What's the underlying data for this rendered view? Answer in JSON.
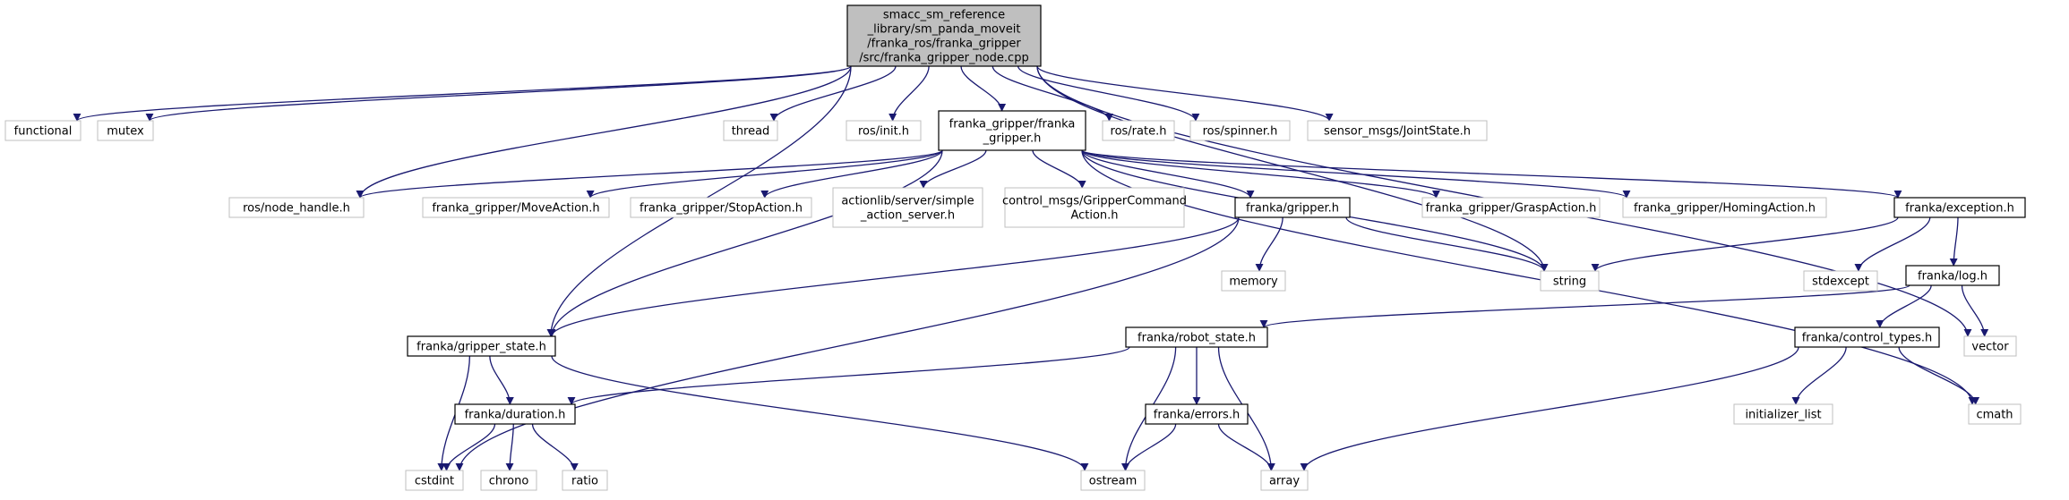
{
  "colors": {
    "edge": "#191970",
    "main_fill": "#bfbfbf",
    "main_stroke": "#000000",
    "documented_stroke": "#000000",
    "external_stroke": "#bfbfbf",
    "text": "#000000"
  },
  "diagram": {
    "nodes": [
      {
        "id": "main",
        "kind": "main",
        "lines": [
          "smacc_sm_reference",
          "_library/sm_panda_moveit",
          "/franka_ros/franka_gripper",
          "/src/franka_gripper_node.cpp"
        ]
      },
      {
        "id": "functional",
        "kind": "external",
        "lines": [
          "functional"
        ]
      },
      {
        "id": "mutex",
        "kind": "external",
        "lines": [
          "mutex"
        ]
      },
      {
        "id": "thread",
        "kind": "external",
        "lines": [
          "thread"
        ]
      },
      {
        "id": "ros_init",
        "kind": "external",
        "lines": [
          "ros/init.h"
        ]
      },
      {
        "id": "franka_gripper_h",
        "kind": "documented",
        "lines": [
          "franka_gripper/franka",
          "_gripper.h"
        ]
      },
      {
        "id": "ros_rate",
        "kind": "external",
        "lines": [
          "ros/rate.h"
        ]
      },
      {
        "id": "ros_spinner",
        "kind": "external",
        "lines": [
          "ros/spinner.h"
        ]
      },
      {
        "id": "joint_state",
        "kind": "external",
        "lines": [
          "sensor_msgs/JointState.h"
        ]
      },
      {
        "id": "node_handle",
        "kind": "external",
        "lines": [
          "ros/node_handle.h"
        ]
      },
      {
        "id": "move_action",
        "kind": "external",
        "lines": [
          "franka_gripper/MoveAction.h"
        ]
      },
      {
        "id": "stop_action",
        "kind": "external",
        "lines": [
          "franka_gripper/StopAction.h"
        ]
      },
      {
        "id": "action_server",
        "kind": "external",
        "lines": [
          "actionlib/server/simple",
          "_action_server.h"
        ]
      },
      {
        "id": "gripper_command",
        "kind": "external",
        "lines": [
          "control_msgs/GripperCommand",
          "Action.h"
        ]
      },
      {
        "id": "gripper",
        "kind": "documented",
        "lines": [
          "franka/gripper.h"
        ]
      },
      {
        "id": "grasp_action",
        "kind": "external",
        "lines": [
          "franka_gripper/GraspAction.h"
        ]
      },
      {
        "id": "homing_action",
        "kind": "external",
        "lines": [
          "franka_gripper/HomingAction.h"
        ]
      },
      {
        "id": "exception",
        "kind": "documented",
        "lines": [
          "franka/exception.h"
        ]
      },
      {
        "id": "memory",
        "kind": "external",
        "lines": [
          "memory"
        ]
      },
      {
        "id": "string",
        "kind": "external",
        "lines": [
          "string"
        ]
      },
      {
        "id": "stdexcept",
        "kind": "external",
        "lines": [
          "stdexcept"
        ]
      },
      {
        "id": "log",
        "kind": "documented",
        "lines": [
          "franka/log.h"
        ]
      },
      {
        "id": "vector",
        "kind": "external",
        "lines": [
          "vector"
        ]
      },
      {
        "id": "gripper_state",
        "kind": "documented",
        "lines": [
          "franka/gripper_state.h"
        ]
      },
      {
        "id": "robot_state",
        "kind": "documented",
        "lines": [
          "franka/robot_state.h"
        ]
      },
      {
        "id": "control_types",
        "kind": "documented",
        "lines": [
          "franka/control_types.h"
        ]
      },
      {
        "id": "initializer_list",
        "kind": "external",
        "lines": [
          "initializer_list"
        ]
      },
      {
        "id": "cmath",
        "kind": "external",
        "lines": [
          "cmath"
        ]
      },
      {
        "id": "duration",
        "kind": "documented",
        "lines": [
          "franka/duration.h"
        ]
      },
      {
        "id": "errors",
        "kind": "documented",
        "lines": [
          "franka/errors.h"
        ]
      },
      {
        "id": "cstdint",
        "kind": "external",
        "lines": [
          "cstdint"
        ]
      },
      {
        "id": "chrono",
        "kind": "external",
        "lines": [
          "chrono"
        ]
      },
      {
        "id": "ratio",
        "kind": "external",
        "lines": [
          "ratio"
        ]
      },
      {
        "id": "ostream",
        "kind": "external",
        "lines": [
          "ostream"
        ]
      },
      {
        "id": "array",
        "kind": "external",
        "lines": [
          "array"
        ]
      }
    ],
    "edges": [
      [
        "main",
        "functional"
      ],
      [
        "main",
        "mutex"
      ],
      [
        "main",
        "thread"
      ],
      [
        "main",
        "ros_init"
      ],
      [
        "main",
        "franka_gripper_h"
      ],
      [
        "main",
        "ros_rate"
      ],
      [
        "main",
        "ros_spinner"
      ],
      [
        "main",
        "joint_state"
      ],
      [
        "main",
        "node_handle"
      ],
      [
        "main",
        "gripper_state"
      ],
      [
        "main",
        "string"
      ],
      [
        "main",
        "vector"
      ],
      [
        "franka_gripper_h",
        "node_handle"
      ],
      [
        "franka_gripper_h",
        "move_action"
      ],
      [
        "franka_gripper_h",
        "stop_action"
      ],
      [
        "franka_gripper_h",
        "action_server"
      ],
      [
        "franka_gripper_h",
        "gripper_command"
      ],
      [
        "franka_gripper_h",
        "gripper"
      ],
      [
        "franka_gripper_h",
        "grasp_action"
      ],
      [
        "franka_gripper_h",
        "homing_action"
      ],
      [
        "franka_gripper_h",
        "exception"
      ],
      [
        "franka_gripper_h",
        "string"
      ],
      [
        "franka_gripper_h",
        "gripper_state"
      ],
      [
        "franka_gripper_h",
        "cmath"
      ],
      [
        "gripper",
        "memory"
      ],
      [
        "gripper",
        "string"
      ],
      [
        "gripper",
        "gripper_state"
      ],
      [
        "gripper",
        "cstdint"
      ],
      [
        "exception",
        "stdexcept"
      ],
      [
        "exception",
        "string"
      ],
      [
        "exception",
        "log"
      ],
      [
        "log",
        "robot_state"
      ],
      [
        "log",
        "control_types"
      ],
      [
        "log",
        "vector"
      ],
      [
        "gripper_state",
        "duration"
      ],
      [
        "gripper_state",
        "cstdint"
      ],
      [
        "gripper_state",
        "ostream"
      ],
      [
        "robot_state",
        "duration"
      ],
      [
        "robot_state",
        "errors"
      ],
      [
        "robot_state",
        "ostream"
      ],
      [
        "robot_state",
        "array"
      ],
      [
        "control_types",
        "initializer_list"
      ],
      [
        "control_types",
        "cmath"
      ],
      [
        "control_types",
        "array"
      ],
      [
        "duration",
        "cstdint"
      ],
      [
        "duration",
        "chrono"
      ],
      [
        "duration",
        "ratio"
      ],
      [
        "errors",
        "ostream"
      ],
      [
        "errors",
        "array"
      ]
    ]
  }
}
